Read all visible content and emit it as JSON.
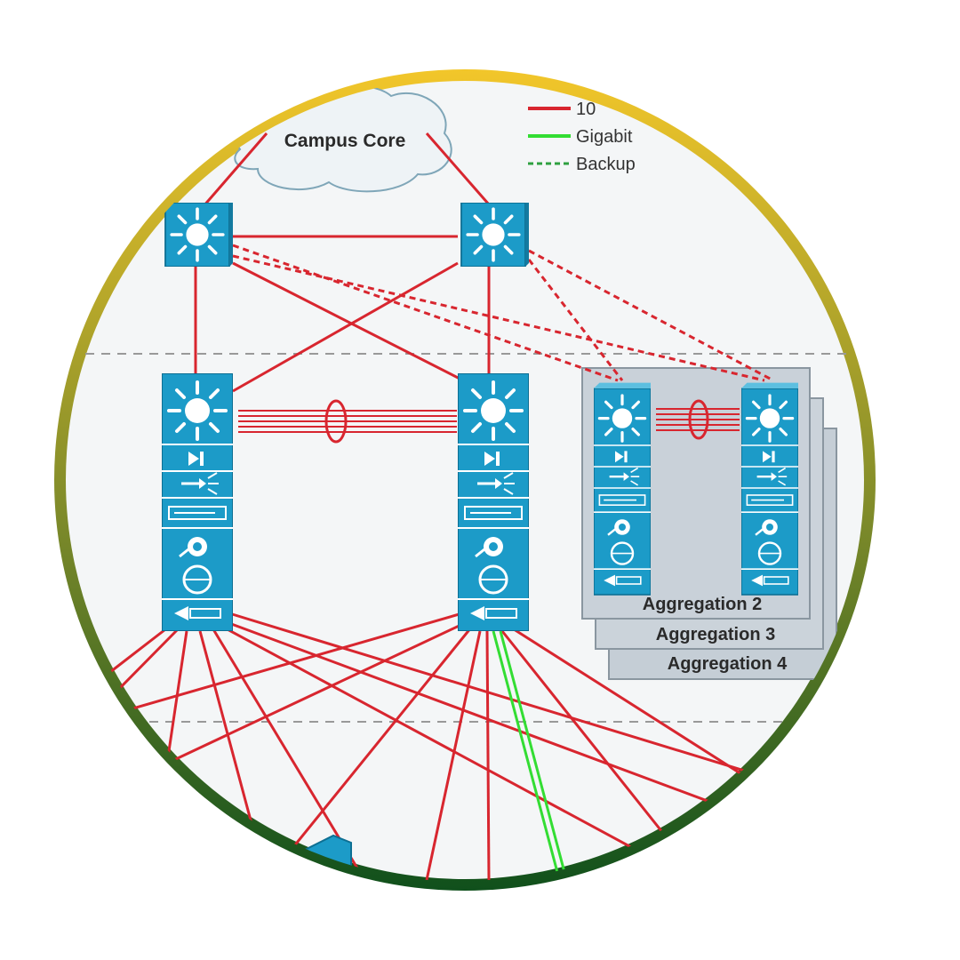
{
  "diagram": {
    "cloud_label": "Campus Core",
    "legend": [
      {
        "label": "10",
        "style": "solid",
        "color": "#d8262f"
      },
      {
        "label": "Gigabit",
        "style": "solid",
        "color": "#33dd33"
      },
      {
        "label": "Backup",
        "style": "dashed",
        "color": "#2ea040"
      }
    ],
    "aggregation_groups": [
      {
        "label": "Aggregation 2"
      },
      {
        "label": "Aggregation 3"
      },
      {
        "label": "Aggregation 4"
      }
    ],
    "colors": {
      "link_red": "#d8262f",
      "link_green": "#33dd33",
      "switch_blue": "#1c9bc8",
      "ring_top": "#f2c62a",
      "ring_bottom": "#10501c",
      "aggregation_panel": "#c9d1d9"
    }
  }
}
